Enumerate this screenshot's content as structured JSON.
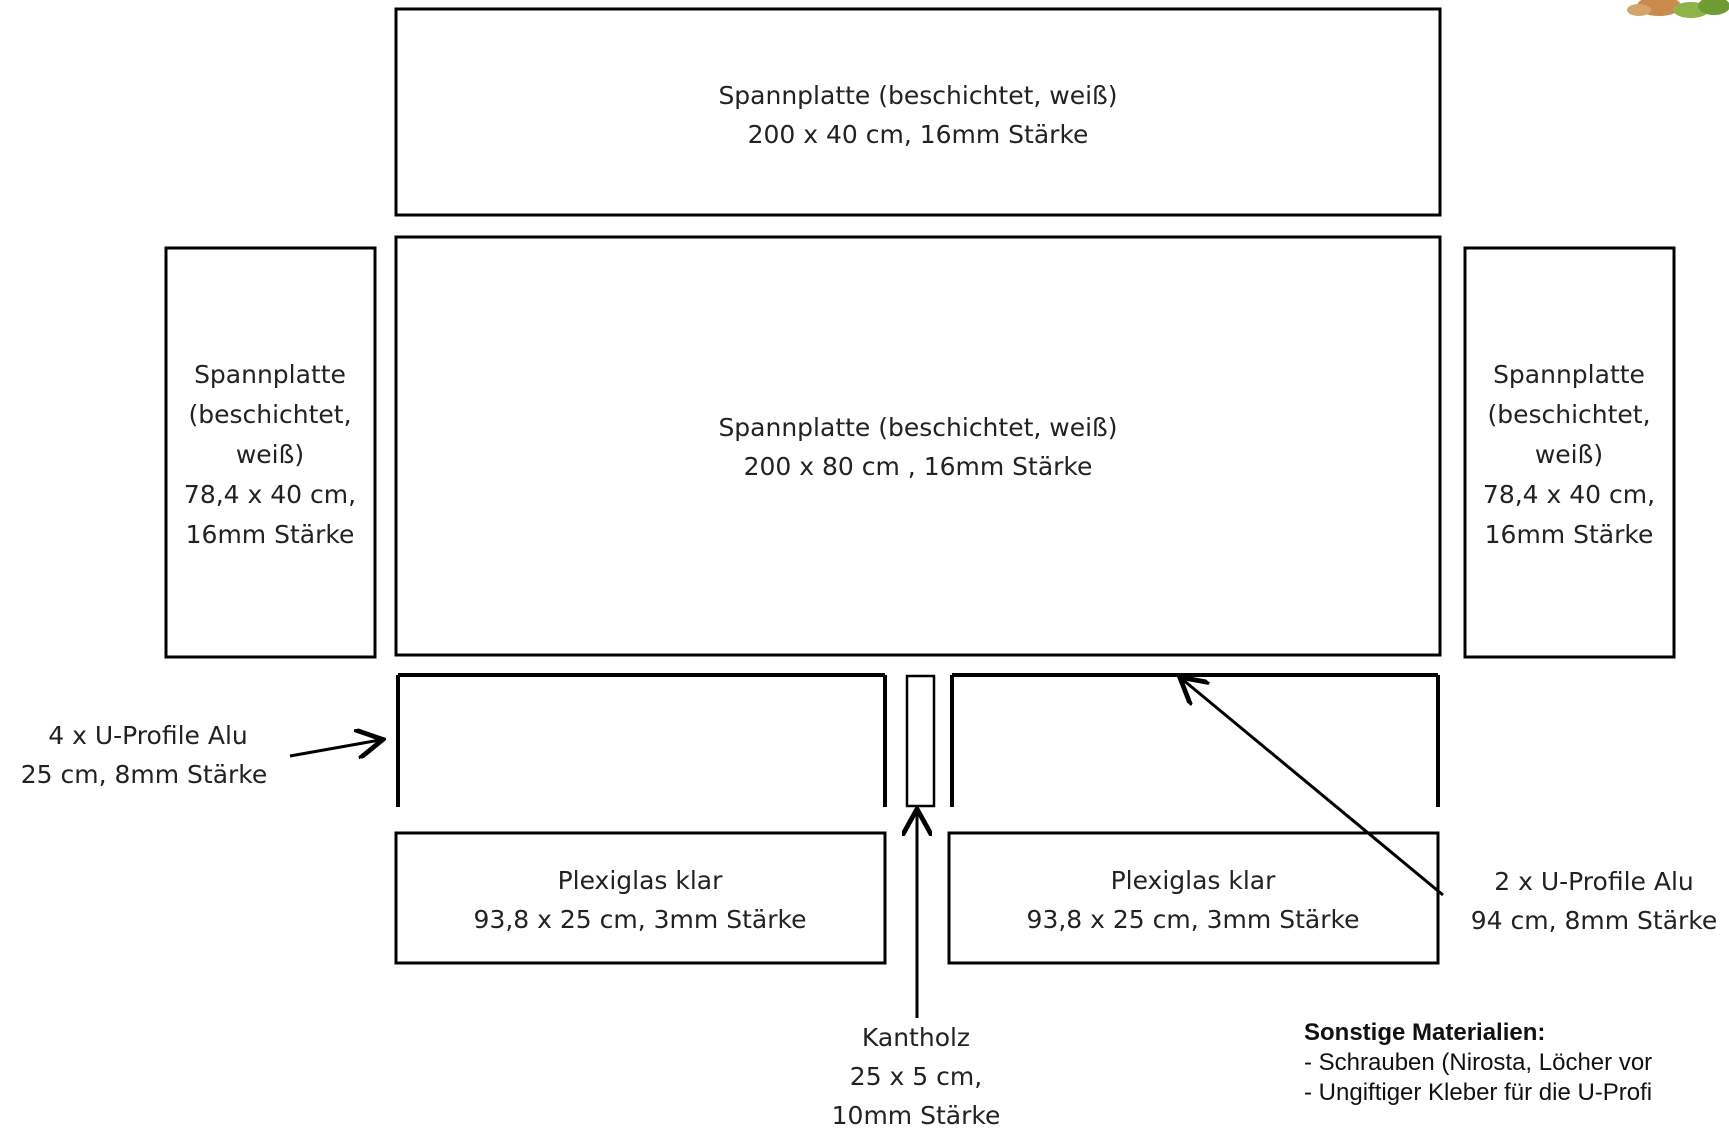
{
  "parts": {
    "top_panel": [
      "Spannplatte (beschichtet, weiß)",
      "200 x 40 cm, 16mm Stärke"
    ],
    "main_panel": [
      "Spannplatte (beschichtet, weiß)",
      "200 x 80 cm , 16mm Stärke"
    ],
    "left_panel": [
      "Spannplatte",
      "(beschichtet,",
      "weiß)",
      "78,4 x 40 cm,",
      "16mm Stärke"
    ],
    "right_panel": [
      "Spannplatte",
      "(beschichtet,",
      "weiß)",
      "78,4 x 40 cm,",
      "16mm Stärke"
    ],
    "plexi_left": [
      "Plexiglas klar",
      "93,8 x 25 cm, 3mm Stärke"
    ],
    "plexi_right": [
      "Plexiglas klar",
      "93,8 x 25 cm, 3mm Stärke"
    ]
  },
  "callouts": {
    "u_profile_short": [
      "4 x U-Profile Alu",
      "25 cm, 8mm Stärke"
    ],
    "u_profile_long": [
      "2 x U-Profile Alu",
      "94 cm, 8mm Stärke"
    ],
    "kantholz": [
      "Kantholz",
      "25 x 5 cm,",
      "10mm Stärke"
    ]
  },
  "notes": {
    "title": "Sonstige Materialien:",
    "items": [
      "- Schrauben (Nirosta, Löcher vor",
      "- Ungiftiger Kleber für die U-Profi"
    ]
  }
}
